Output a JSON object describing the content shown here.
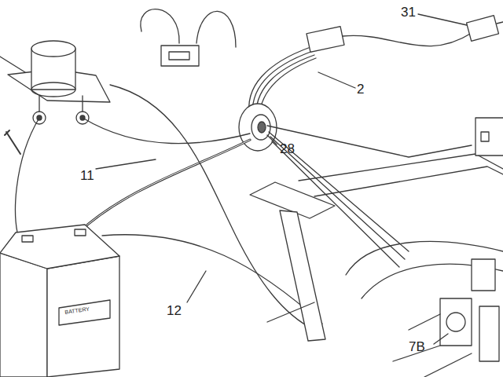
{
  "diagram": {
    "labels": [
      "31",
      "2",
      "28",
      "11",
      "12",
      "7B",
      "BATTERY"
    ]
  }
}
